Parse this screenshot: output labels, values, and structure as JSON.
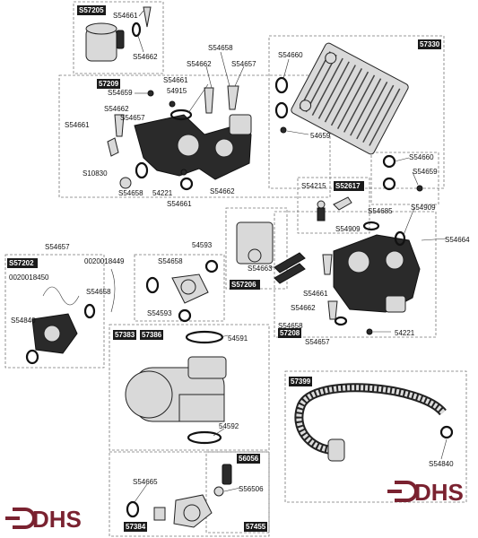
{
  "brand": {
    "logo_text": "DHS",
    "logo_color": "#7a2230"
  },
  "boxes": {
    "b57205": "S57205",
    "b57330": "57330",
    "b57209": "57209",
    "b52617": "S52617",
    "b57202": "S57202",
    "b57206": "S57206",
    "b57208": "57208",
    "b57383": "57383",
    "b57386": "57386",
    "b57399": "57399",
    "b56056": "56056",
    "b57384": "57384",
    "b57455": "57455"
  },
  "labels": {
    "l01": "S54661",
    "l02": "S54662",
    "l03": "S54658",
    "l04": "S54662",
    "l05": "S54657",
    "l06": "S54660",
    "l07": "S54659",
    "l08": "S54661",
    "l09": "54915",
    "l10": "S54662",
    "l11": "S54657",
    "l12": "S54661",
    "l13": "S10830",
    "l14": "S54658",
    "l15": "54221",
    "l16": "S54661",
    "l17": "S54662",
    "l18": "54659",
    "l19": "S54660",
    "l20": "S54659",
    "l21": "S54215",
    "l22": "S54685",
    "l23": "S54909",
    "l24": "S54909",
    "l25": "S54664",
    "l26": "S54657",
    "l27": "0020018449",
    "l28": "0020018450",
    "l29": "S54658",
    "l30": "S54840",
    "l31": "54593",
    "l32": "S54658",
    "l33": "S54593",
    "l34": "54591",
    "l35": "S54663",
    "l36": "S54661",
    "l37": "S54662",
    "l38": "S54658",
    "l39": "S54657",
    "l40": "54221",
    "l41": "54592",
    "l42": "S54840",
    "l43": "S54665",
    "l44": "S56506"
  }
}
